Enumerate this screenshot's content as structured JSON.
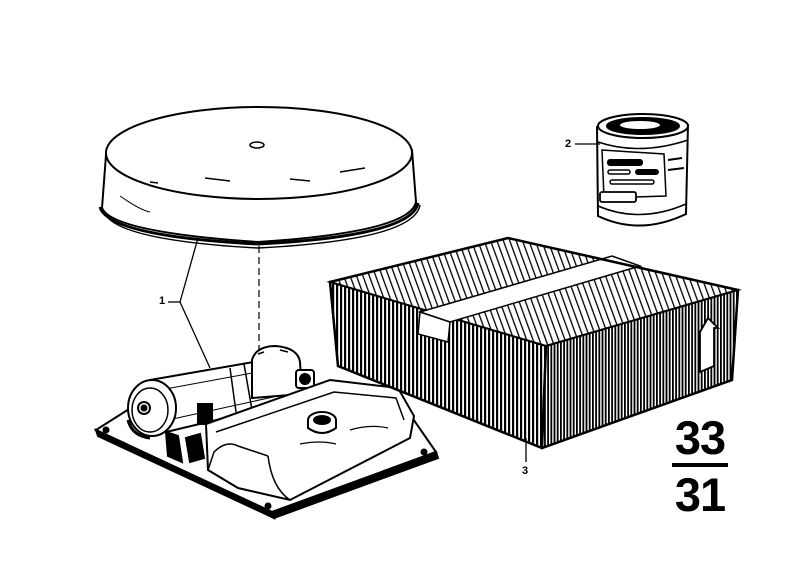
{
  "callouts": {
    "one": "1",
    "two": "2",
    "three": "3"
  },
  "section_code": {
    "top": "33",
    "bottom": "31"
  },
  "colors": {
    "ink": "#000000",
    "paper": "#ffffff"
  }
}
